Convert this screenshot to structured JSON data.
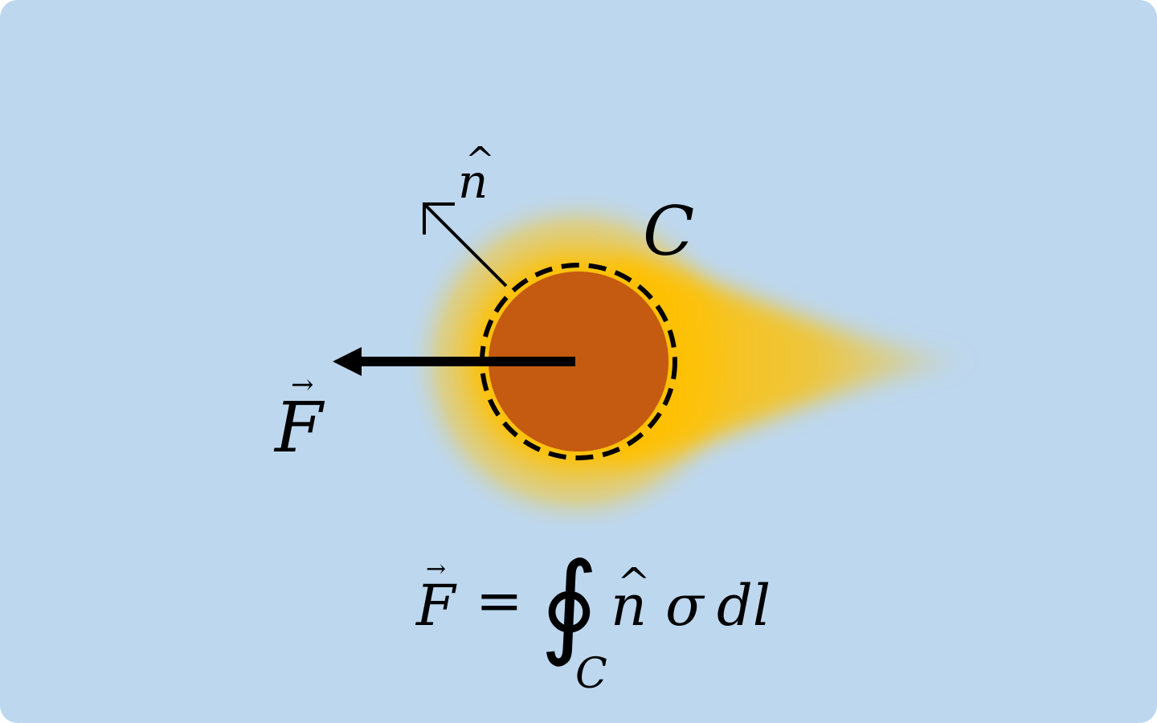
{
  "colors": {
    "background": "#BDD7EE",
    "particle": "#C55A11",
    "glow": "#FFC000",
    "ink": "#000000"
  },
  "labels": {
    "normal": "n",
    "normal_hat": "^",
    "contour": "C",
    "force": "F",
    "vector_arrow": "→"
  },
  "equation": {
    "lhs": "F",
    "lhs_arrow": "→",
    "equals": "=",
    "integral": "∮",
    "lower_limit": "C",
    "normal": "n",
    "normal_hat": "^",
    "stress": "σ",
    "differential": "dl"
  },
  "icons": {
    "normal_arrow": "arrow-up-left-icon",
    "force_arrow": "arrow-left-icon"
  }
}
